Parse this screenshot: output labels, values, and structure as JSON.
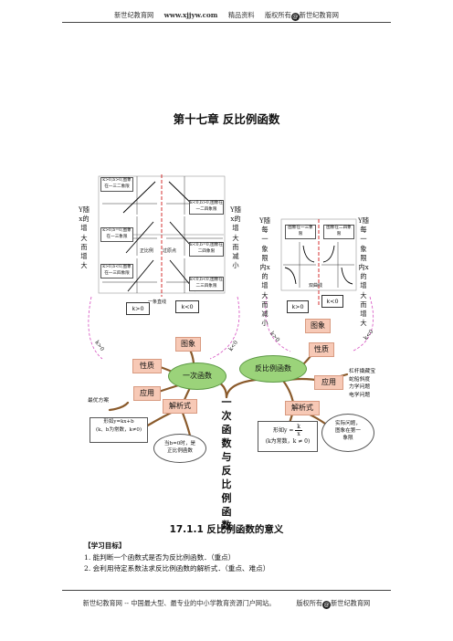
{
  "header": {
    "site": "新世纪教育网",
    "url": "www.xjjyw.com",
    "slogan": "精品资料",
    "rights_prefix": "版权所有",
    "rights_suffix": "新世纪教育网"
  },
  "chapter_title": "第十七章 反比例函数",
  "mindmap": {
    "left_side_text": "Y随x的增大而增大",
    "left_right_text": "Y随x的增大而减小",
    "linear_boxes_left": [
      "k>0,b>0,图象在一三二象限",
      "k>0,b=0,图象在一三象限",
      "k>0,b<0,图象在一三四象限"
    ],
    "linear_boxes_right": [
      "k<0,b>0,图象在一二四象限",
      "k<0,b=0,图象在二四象限",
      "k<0,b<0,图象在二三四象限"
    ],
    "axis_labels": {
      "zheng_li": "正比例",
      "guo_yuan_dian": "过原点",
      "yi_tiao_zhixian": "一条直线"
    },
    "k_pos": "k>0",
    "k_neg": "k<0",
    "tuxiang": "图象",
    "xingzhi": "性质",
    "yingyong": "应用",
    "jiexishi": "解析式",
    "yici_hanshu": "一次函数",
    "fanbili_hanshu": "反比例函数",
    "zuiyou_fangan": "最优方案",
    "linear_formula_1": "形如y=kx+b",
    "linear_formula_2": "(k、b为常数，k≠0)",
    "b_zero_note_1": "当b=0时，是",
    "b_zero_note_2": "正比例函数",
    "center_text": "一次函数与反比例函数",
    "right_left_text": "Y随每一象限内x的增大而减小",
    "right_right_text": "Y随每一象限内x的增大而增大",
    "hyper_box_1": "图象在一三象限",
    "hyper_box_2": "图象在二四象限",
    "shuang_quxian": "双曲线",
    "app_list": [
      "杠杆撬藏宝",
      "蛇船斜度",
      "力学问题",
      "电学问题"
    ],
    "inverse_formula_prefix": "形如y =",
    "inverse_formula_num": "k",
    "inverse_formula_den": "x",
    "inverse_formula_note": "(k为常数，k ≠ 0)",
    "real_problem_1": "实际问题，",
    "real_problem_2": "图象在第一",
    "real_problem_3": "象限"
  },
  "section_title": "17.1.1 反比例函数的意义",
  "objectives": {
    "heading": "【学习目标】",
    "items": [
      "1. 能判断一个函数式是否为反比例函数．（重点）",
      "2. 会利用待定系数法求反比例函数的解析式．（重点、难点）"
    ]
  },
  "footer": {
    "site": "新世纪教育网",
    "tagline": "-- 中国最大型、最专业的中小学教育资源门户网站。",
    "rights_prefix": "版权所有",
    "rights_suffix": "新世纪教育网"
  }
}
